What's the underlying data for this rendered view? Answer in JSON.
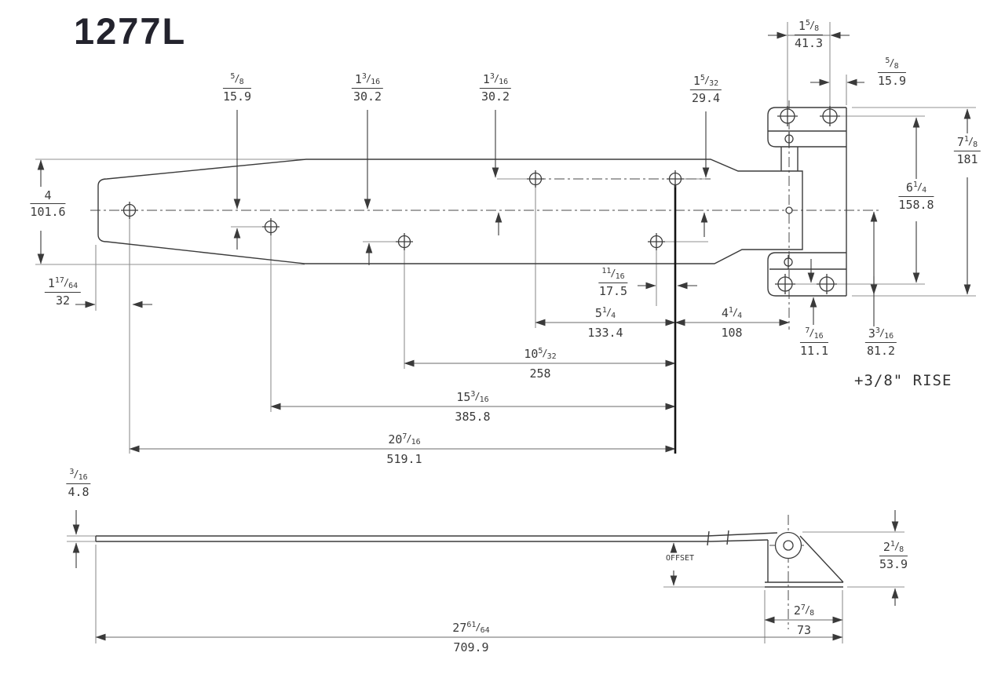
{
  "title": "1277L",
  "rise_note": "+3/8\" RISE",
  "offset_label": "OFFSET",
  "colors": {
    "ink": "#3a3a3a",
    "ext_line": "#909090",
    "heavy_line": "#111111",
    "title_ink": "#23232d"
  },
  "top_view": {
    "dims": {
      "row1_offset": {
        "in": "5/8",
        "mm": "15.9"
      },
      "row2_offset": {
        "in": "1 3/16",
        "mm": "30.2"
      },
      "row3_offset": {
        "in": "1 3/16",
        "mm": "30.2"
      },
      "row4_offset": {
        "in": "1 5/32",
        "mm": "29.4"
      },
      "plate_hole_span": {
        "in": "1 5/8",
        "mm": "41.3"
      },
      "plate_edge": {
        "in": "5/8",
        "mm": "15.9"
      },
      "overall_height": {
        "in": "7 1/8",
        "mm": "181"
      },
      "screw_span": {
        "in": "6 1/4",
        "mm": "158.8"
      },
      "strap_width": {
        "in": "4",
        "mm": "101.6"
      },
      "tip_to_first_hole": {
        "in": "1 17/64",
        "mm": "32"
      },
      "hole_stagger": {
        "in": "11/16",
        "mm": "17.5"
      },
      "hole4_to_end": {
        "in": "5 1/4",
        "mm": "133.4"
      },
      "end_to_pin": {
        "in": "4 1/4",
        "mm": "108"
      },
      "hole3_to_end": {
        "in": "10 5/32",
        "mm": "258"
      },
      "hole2_to_end": {
        "in": "15 3/16",
        "mm": "385.8"
      },
      "hole1_to_end": {
        "in": "20 7/16",
        "mm": "519.1"
      },
      "screw_to_edge": {
        "in": "7/16",
        "mm": "11.1"
      },
      "center_to_edge": {
        "in": "3 3/16",
        "mm": "81.2"
      }
    }
  },
  "side_view": {
    "dims": {
      "strap_thickness": {
        "in": "3/16",
        "mm": "4.8"
      },
      "bracket_height": {
        "in": "2 1/8",
        "mm": "53.9"
      },
      "bracket_base": {
        "in": "2 7/8",
        "mm": "73"
      },
      "overall_length": {
        "in": "27 61/64",
        "mm": "709.9"
      }
    }
  }
}
